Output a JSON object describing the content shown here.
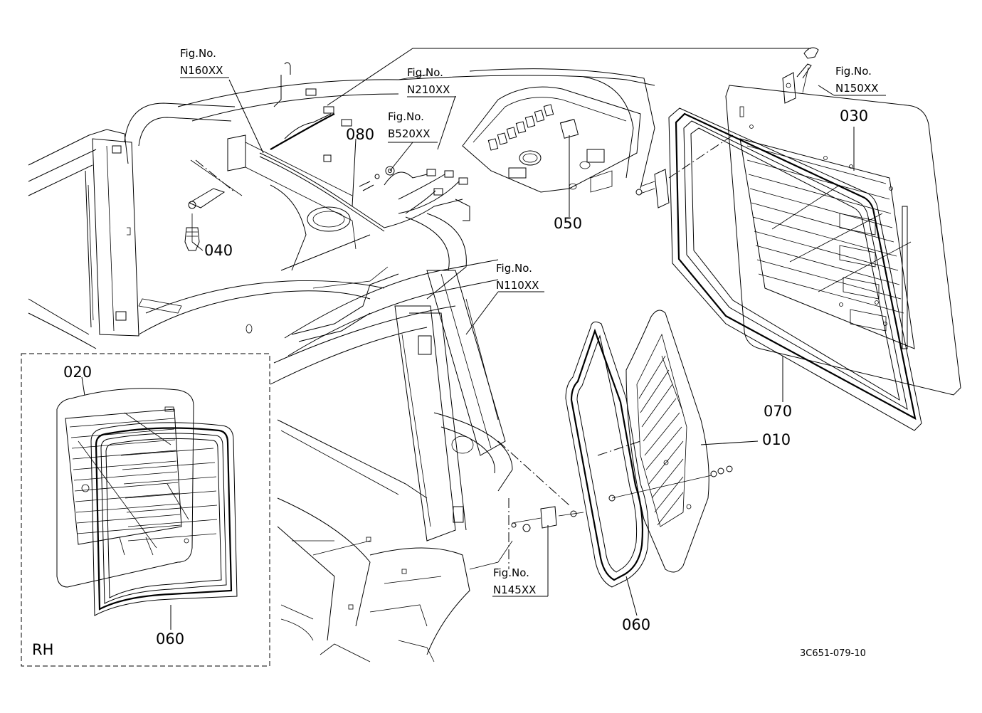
{
  "figure_refs": {
    "n160": {
      "line1": "Fig.No.",
      "line2": "N160XX"
    },
    "n210": {
      "line1": "Fig.No.",
      "line2": "N210XX"
    },
    "b520": {
      "line1": "Fig.No.",
      "line2": "B520XX"
    },
    "n150": {
      "line1": "Fig.No.",
      "line2": "N150XX"
    },
    "n110": {
      "line1": "Fig.No.",
      "line2": "N110XX"
    },
    "n145": {
      "line1": "Fig.No.",
      "line2": "N145XX"
    }
  },
  "parts": {
    "p010": "010",
    "p020": "020",
    "p030": "030",
    "p040": "040",
    "p050": "050",
    "p060_right": "060",
    "p060_inset": "060",
    "p070": "070",
    "p080": "080"
  },
  "inset_label": "RH",
  "drawing_code": "3C651-079-10"
}
